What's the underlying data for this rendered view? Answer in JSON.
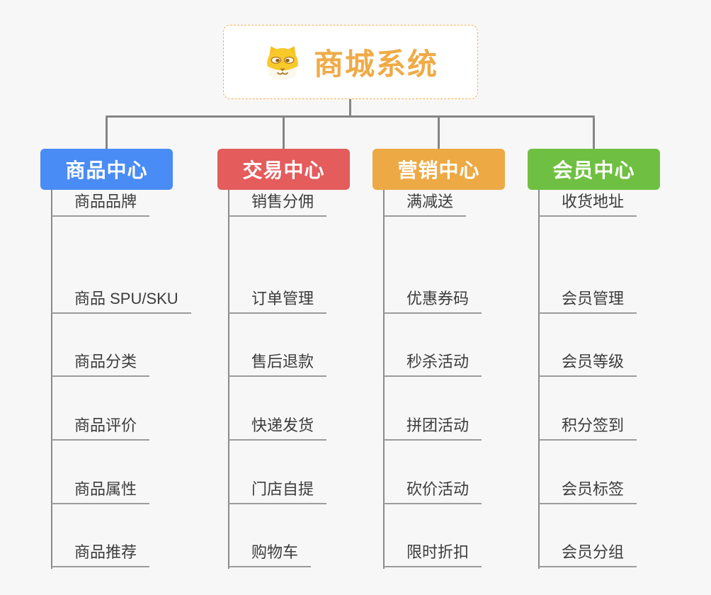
{
  "root": {
    "title": "商城系统",
    "icon": "shiba-dog-icon"
  },
  "branches": [
    {
      "title": "商品中心",
      "color": "#4a8cf5",
      "items": [
        "商品 SPU/SKU",
        "商品分类",
        "商品评价",
        "商品属性",
        "商品推荐",
        "商品品牌"
      ]
    },
    {
      "title": "交易中心",
      "color": "#e45c5c",
      "items": [
        "订单管理",
        "售后退款",
        "快递发货",
        "门店自提",
        "购物车",
        "销售分佣"
      ]
    },
    {
      "title": "营销中心",
      "color": "#eda943",
      "items": [
        "优惠券码",
        "秒杀活动",
        "拼团活动",
        "砍价活动",
        "限时折扣",
        "满减送"
      ]
    },
    {
      "title": "会员中心",
      "color": "#6fc042",
      "items": [
        "会员管理",
        "会员等级",
        "积分签到",
        "会员标签",
        "会员分组",
        "收货地址"
      ]
    }
  ],
  "colors": {
    "background": "#f7f7f7",
    "root_border": "#f3b253",
    "root_title": "#efab47",
    "connector": "#858585",
    "underline": "#9b9b9b",
    "leaf_text": "#3c3c3c"
  }
}
